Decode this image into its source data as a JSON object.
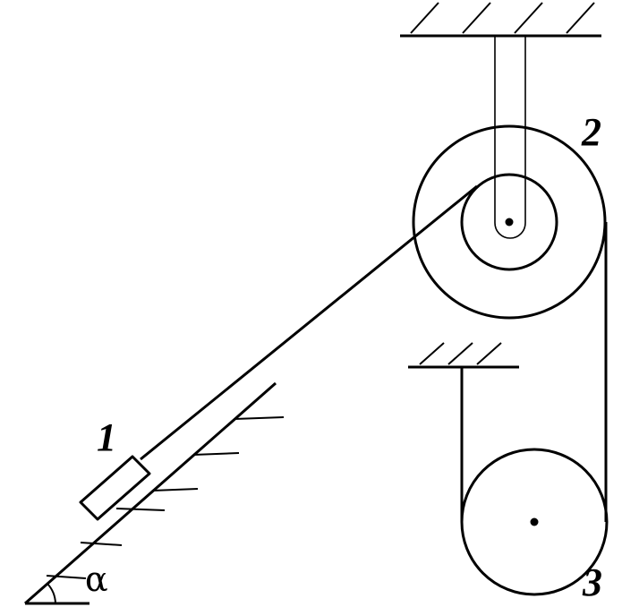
{
  "labels": {
    "block": "1",
    "upper_pulley": "2",
    "lower_pulley": "3",
    "angle": "α"
  },
  "colors": {
    "ink": "#000000",
    "background": "#ffffff"
  }
}
